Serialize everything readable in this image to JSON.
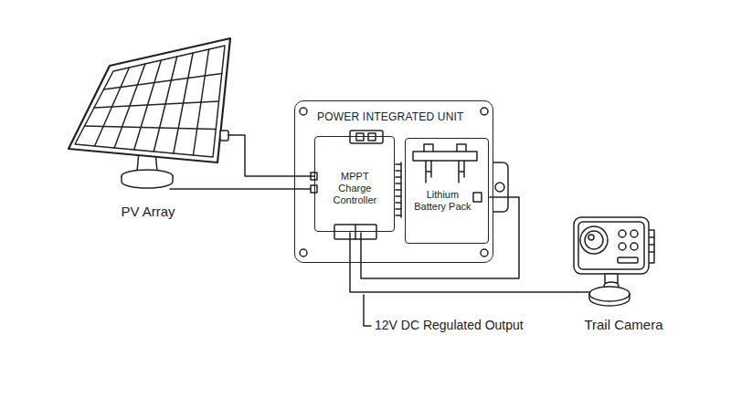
{
  "diagram": {
    "nodes": [
      {
        "text": [
          "PV Array"
        ]
      },
      {
        "text": [
          "POWER INTEGRATED UNIT"
        ]
      },
      {
        "text": [
          "MPPT Charge Controller"
        ],
        "in": 1
      },
      {
        "text": [
          "Lithium Battery Pack"
        ],
        "in": 1
      },
      {
        "text": [
          "Trail Camera"
        ]
      }
    ],
    "edges": [
      {
        "from": 0,
        "to": 2,
        "arrow": "none"
      },
      {
        "from": 3,
        "to": 2,
        "arrow": "none"
      },
      {
        "from": 2,
        "to": 4,
        "arrow": "none"
      }
    ],
    "labels": [
      "12V DC Regulated Output"
    ]
  }
}
